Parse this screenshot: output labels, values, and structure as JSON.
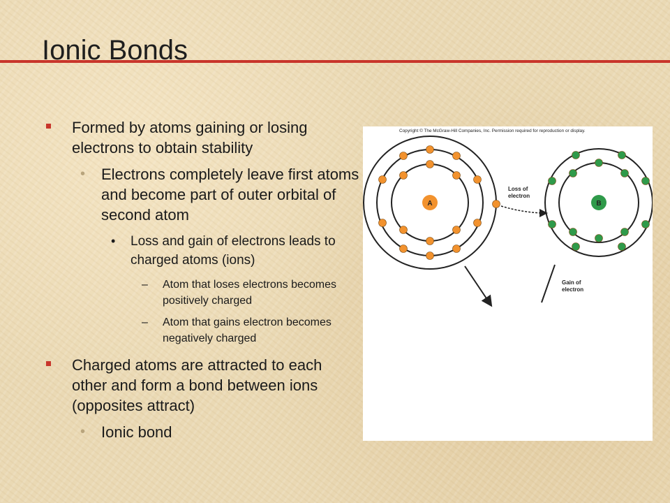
{
  "slide": {
    "title": "Ionic Bonds",
    "colors": {
      "accent": "#c8352b",
      "atom_a": "#f2922e",
      "atom_b": "#2f9a4a"
    },
    "bullets": [
      {
        "level": 1,
        "text": "Formed by atoms gaining or losing electrons to obtain stability"
      },
      {
        "level": 2,
        "text": "Electrons completely leave first atoms and become part of outer orbital of second atom"
      },
      {
        "level": 3,
        "text": "Loss and gain of electrons leads to charged atoms (ions)"
      },
      {
        "level": 4,
        "text": "Atom that loses electrons becomes positively charged"
      },
      {
        "level": 4,
        "text": "Atom that gains electron becomes negatively charged"
      },
      {
        "level": 1,
        "text": "Charged atoms are attracted to each other and form a bond between ions (opposites attract)"
      },
      {
        "level": 2,
        "text": "Ionic bond"
      }
    ]
  },
  "figure": {
    "copyright": "Copyright © The McGraw-Hill Companies, Inc. Permission required for reproduction or display.",
    "atom_a_label": "A",
    "atom_b_label": "B",
    "loss_line1": "Loss of",
    "loss_line2": "electron",
    "gain_line1": "Gain of",
    "gain_line2": "electron"
  }
}
